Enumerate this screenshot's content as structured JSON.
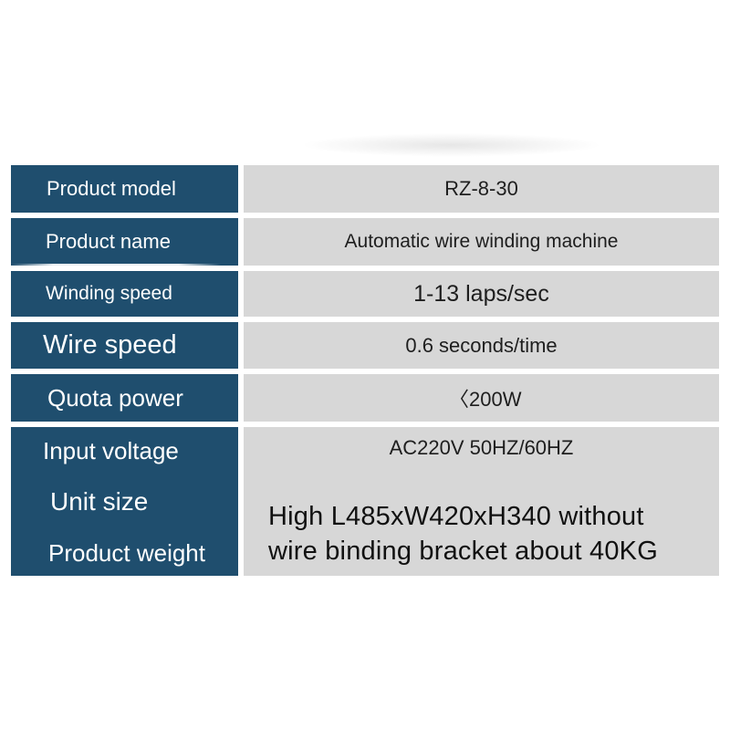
{
  "specs": {
    "rows": [
      {
        "label": "Product model",
        "value": "RZ-8-30"
      },
      {
        "label": "Product name",
        "value": "Automatic wire winding machine"
      },
      {
        "label": "Winding speed",
        "value": "1-13 laps/sec"
      },
      {
        "label": "Wire speed",
        "value": "0.6 seconds/time"
      },
      {
        "label": "Quota power",
        "value": "〈200W"
      },
      {
        "label": "Input voltage",
        "value": "AC220V 50HZ/60HZ"
      }
    ],
    "merged": {
      "labels": [
        "Unit size",
        "Product weight"
      ],
      "lines": [
        "High L485xW420xH340 without",
        "wire binding bracket about 40KG"
      ]
    }
  },
  "colors": {
    "label_bg": "#1f4e6e",
    "value_bg": "#d7d7d7"
  }
}
